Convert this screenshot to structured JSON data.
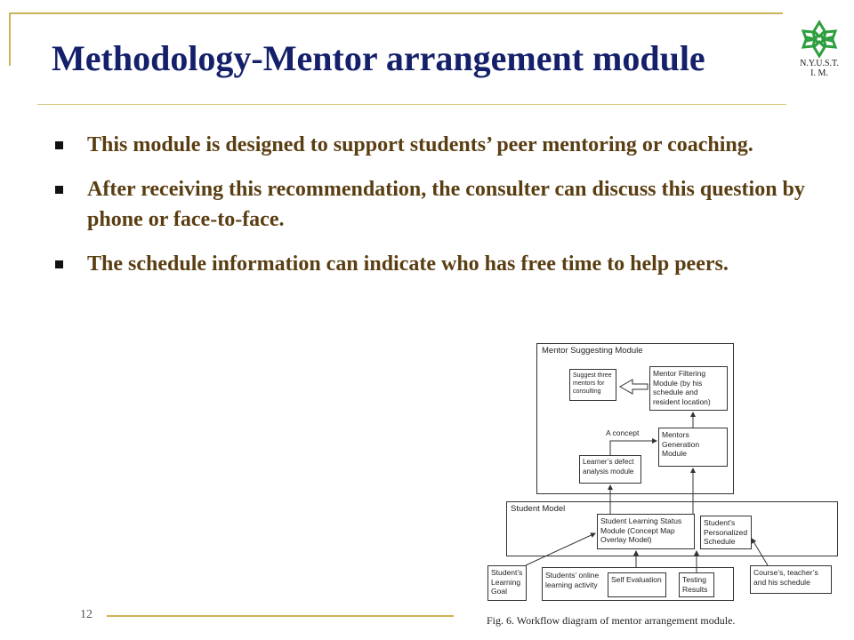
{
  "slide": {
    "title": "Methodology-Mentor arrangement module",
    "logo_text_line1": "N.Y.U.S.T.",
    "logo_text_line2": "I. M.",
    "page_number": "12"
  },
  "bullets": [
    "This module is designed to support students’ peer mentoring or coaching.",
    "After receiving this recommendation, the consulter can discuss this question by phone or face-to-face.",
    "The schedule information can indicate who has free time to help peers."
  ],
  "diagram": {
    "mentor_suggesting_label": "Mentor Suggesting Module",
    "suggest_three": "Suggest three mentors for consulting",
    "mentor_filtering": "Mentor Filtering Module (by his schedule and resident location)",
    "a_concept": "A concept",
    "mentors_generation": "Mentors Generation Module",
    "learners_defect": "Learner’s defect analysis module",
    "student_model_label": "Student Model",
    "learning_status": "Student Learning Status Module (Concept Map Overlay Model)",
    "personalized_schedule": "Student’s Personalized Schedule",
    "learning_goal": "Student’s Learning Goal",
    "online_activity": "Students’ online learning activity",
    "self_evaluation": "Self Evaluation",
    "testing_results": "Testing Results",
    "course_schedule": "Course’s, teacher’s and his schedule",
    "caption": "Fig. 6.  Workflow diagram of mentor arrangement module."
  },
  "colors": {
    "title": "#15206b",
    "body_text": "#5a3e12",
    "frame": "#c9b458",
    "logo": "#2e9e3e"
  }
}
